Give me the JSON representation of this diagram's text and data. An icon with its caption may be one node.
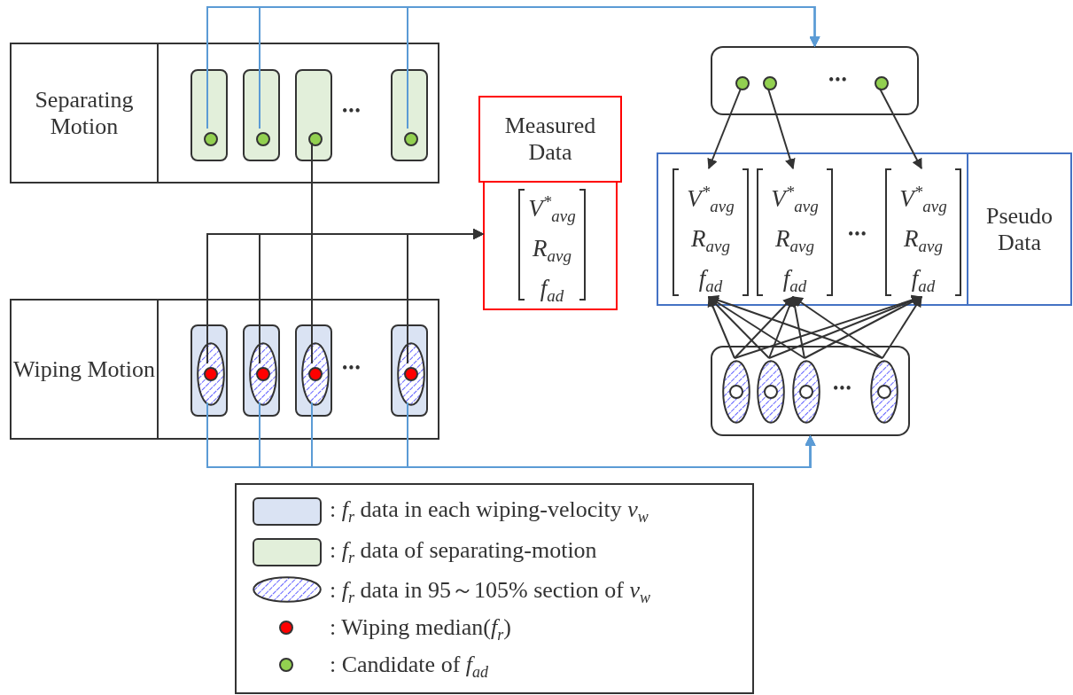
{
  "diagram": {
    "nodes": [
      {
        "text": [
          "Separating Motion"
        ]
      },
      {
        "text": [],
        "shape": "box",
        "in": 0
      },
      {
        "text": [],
        "shape": "box",
        "in": 0
      },
      {
        "text": [],
        "shape": "box",
        "in": 0
      },
      {
        "text": [],
        "shape": "box",
        "in": 0
      },
      {
        "text": [],
        "shape": "circle",
        "in": 1
      },
      {
        "text": [],
        "shape": "circle",
        "in": 2
      },
      {
        "text": [],
        "shape": "circle",
        "in": 3
      },
      {
        "text": [],
        "shape": "circle",
        "in": 4
      },
      {
        "text": [
          "Wiping Motion"
        ]
      },
      {
        "text": [],
        "shape": "box",
        "in": 9
      },
      {
        "text": [],
        "shape": "box",
        "in": 9
      },
      {
        "text": [],
        "shape": "box",
        "in": 9
      },
      {
        "text": [],
        "shape": "box",
        "in": 9
      },
      {
        "text": [],
        "shape": "ellipse",
        "in": 10
      },
      {
        "text": [],
        "shape": "ellipse",
        "in": 11
      },
      {
        "text": [],
        "shape": "ellipse",
        "in": 12
      },
      {
        "text": [],
        "shape": "ellipse",
        "in": 13
      },
      {
        "text": [],
        "shape": "circle",
        "in": 14
      },
      {
        "text": [],
        "shape": "circle",
        "in": 15
      },
      {
        "text": [],
        "shape": "circle",
        "in": 16
      },
      {
        "text": [],
        "shape": "circle",
        "in": 17
      },
      {
        "text": [
          "Measured Data",
          "V$^{*}$$_{avg}$",
          "R$_{avg}$",
          "f$_{ad}$"
        ]
      },
      {
        "text": [],
        "shape": "box"
      },
      {
        "text": [],
        "shape": "circle",
        "in": 23
      },
      {
        "text": [],
        "shape": "circle",
        "in": 23
      },
      {
        "text": [],
        "shape": "circle",
        "in": 23
      },
      {
        "text": [
          "Pseudo Data"
        ]
      },
      {
        "text": [
          "V$^{*}$$_{avg}$",
          "R$_{avg}$",
          "f$_{ad}$"
        ],
        "in": 27
      },
      {
        "text": [
          "V$^{*}$$_{avg}$",
          "R$_{avg}$",
          "f$_{ad}$"
        ],
        "in": 27
      },
      {
        "text": [
          "V$^{*}$$_{avg}$",
          "R$_{avg}$",
          "f$_{ad}$"
        ],
        "in": 27
      },
      {
        "text": [],
        "shape": "box"
      },
      {
        "text": [],
        "shape": "ellipse",
        "in": 31
      },
      {
        "text": [],
        "shape": "ellipse",
        "in": 31
      },
      {
        "text": [],
        "shape": "ellipse",
        "in": 31
      },
      {
        "text": [],
        "shape": "ellipse",
        "in": 31
      },
      {
        "text": [],
        "shape": "circle",
        "in": 32
      },
      {
        "text": [],
        "shape": "circle",
        "in": 33
      },
      {
        "text": [],
        "shape": "circle",
        "in": 34
      },
      {
        "text": [],
        "shape": "circle",
        "in": 35
      }
    ],
    "edges": [
      {
        "from": 5,
        "to": 23,
        "arrow": "to",
        "color": "#5b9bd5"
      },
      {
        "from": 6,
        "to": 23,
        "arrow": "to",
        "color": "#5b9bd5"
      },
      {
        "from": 8,
        "to": 23,
        "arrow": "to",
        "color": "#5b9bd5"
      },
      {
        "from": 7,
        "to": 22,
        "arrow": "to"
      },
      {
        "from": 18,
        "to": 22,
        "arrow": "to"
      },
      {
        "from": 19,
        "to": 22,
        "arrow": "to"
      },
      {
        "from": 20,
        "to": 22,
        "arrow": "to"
      },
      {
        "from": 21,
        "to": 22,
        "arrow": "to"
      },
      {
        "from": 14,
        "to": 31,
        "arrow": "to",
        "color": "#5b9bd5"
      },
      {
        "from": 15,
        "to": 31,
        "arrow": "to",
        "color": "#5b9bd5"
      },
      {
        "from": 16,
        "to": 31,
        "arrow": "to",
        "color": "#5b9bd5"
      },
      {
        "from": 17,
        "to": 31,
        "arrow": "to",
        "color": "#5b9bd5"
      },
      {
        "from": 24,
        "to": 28,
        "arrow": "to"
      },
      {
        "from": 25,
        "to": 29,
        "arrow": "to"
      },
      {
        "from": 26,
        "to": 30,
        "arrow": "to"
      },
      {
        "from": 32,
        "to": 28,
        "arrow": "to"
      },
      {
        "from": 32,
        "to": 29,
        "arrow": "to"
      },
      {
        "from": 32,
        "to": 30,
        "arrow": "to"
      },
      {
        "from": 33,
        "to": 28,
        "arrow": "to"
      },
      {
        "from": 33,
        "to": 29,
        "arrow": "to"
      },
      {
        "from": 33,
        "to": 30,
        "arrow": "to"
      },
      {
        "from": 34,
        "to": 28,
        "arrow": "to"
      },
      {
        "from": 34,
        "to": 29,
        "arrow": "to"
      },
      {
        "from": 34,
        "to": 30,
        "arrow": "to"
      },
      {
        "from": 35,
        "to": 28,
        "arrow": "to"
      },
      {
        "from": 35,
        "to": 29,
        "arrow": "to"
      },
      {
        "from": 35,
        "to": 30,
        "arrow": "to"
      }
    ],
    "labels": [
      "•••",
      "•••",
      "•••",
      "•••",
      "•••"
    ],
    "legend": [
      {
        "text": ": *f*$_{r}$ data in each wiping-velocity *v*$_{w}$",
        "color": "#dae3f3"
      },
      {
        "text": ": *f*$_{r}$ data of separating-motion",
        "color": "#e2efda"
      },
      {
        "text": ": *f*$_{r}$ data in 95～105% section of *v*$_{w}$"
      },
      {
        "text": ": Wiping median(*f*$_{r}$)",
        "color": "#ff0000"
      },
      {
        "text": ": Candidate of *f*$_{ad}$",
        "color": "#92d050"
      }
    ]
  }
}
